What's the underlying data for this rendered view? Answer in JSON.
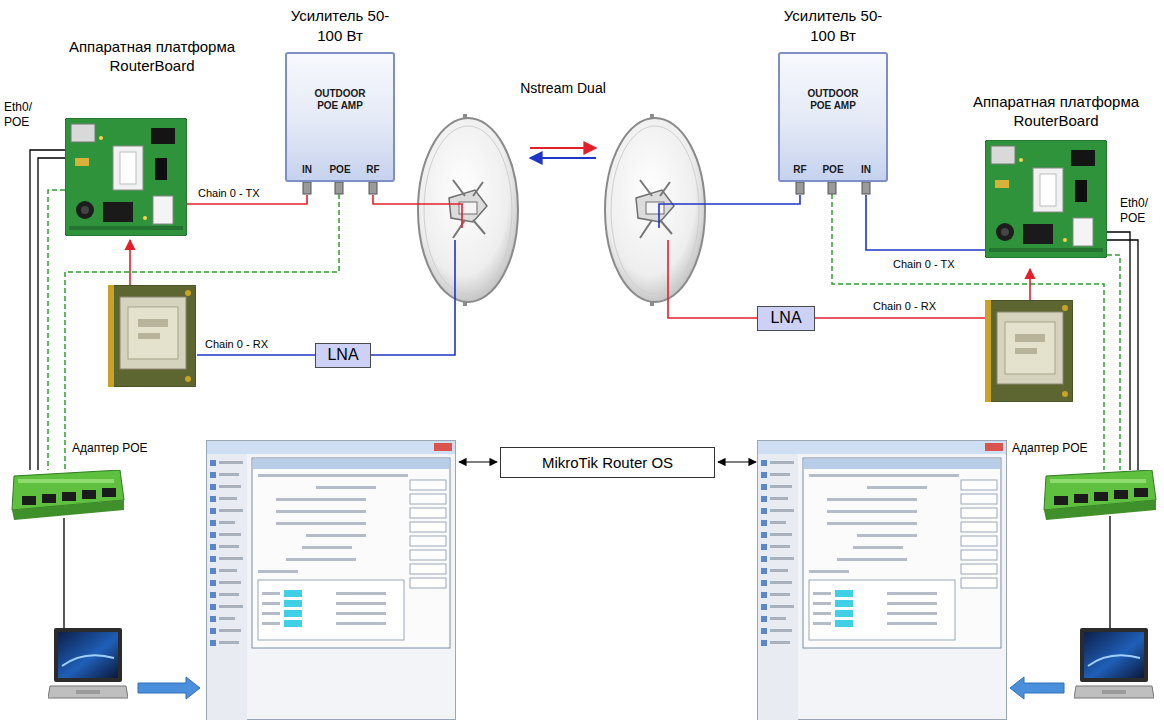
{
  "diagram": {
    "nodes": [
      {
        "text": [
          "Усилитель 50-100 Вт",
          "OUTDOOR POE AMP",
          "IN",
          "POE",
          "RF"
        ]
      },
      {
        "text": [
          "Усилитель 50-100 Вт",
          "OUTDOOR POE AMP",
          "RF",
          "POE",
          "IN"
        ]
      },
      {
        "text": [
          "LNA"
        ]
      },
      {
        "text": [
          "LNA"
        ]
      },
      {
        "text": [
          "MikroTik Router OS"
        ]
      }
    ],
    "labels": [
      "Аппаратная платформа RouterBoard",
      "Eth0/ POE",
      "Chain 0 - TX",
      "Chain 0 - RX",
      "Nstream Dual",
      "Аппаратная платформа RouterBoard",
      "Eth0/ POE",
      "Chain 0 - TX",
      "Chain 0 - RX",
      "Адаптер POE",
      "Адаптер POE"
    ]
  }
}
